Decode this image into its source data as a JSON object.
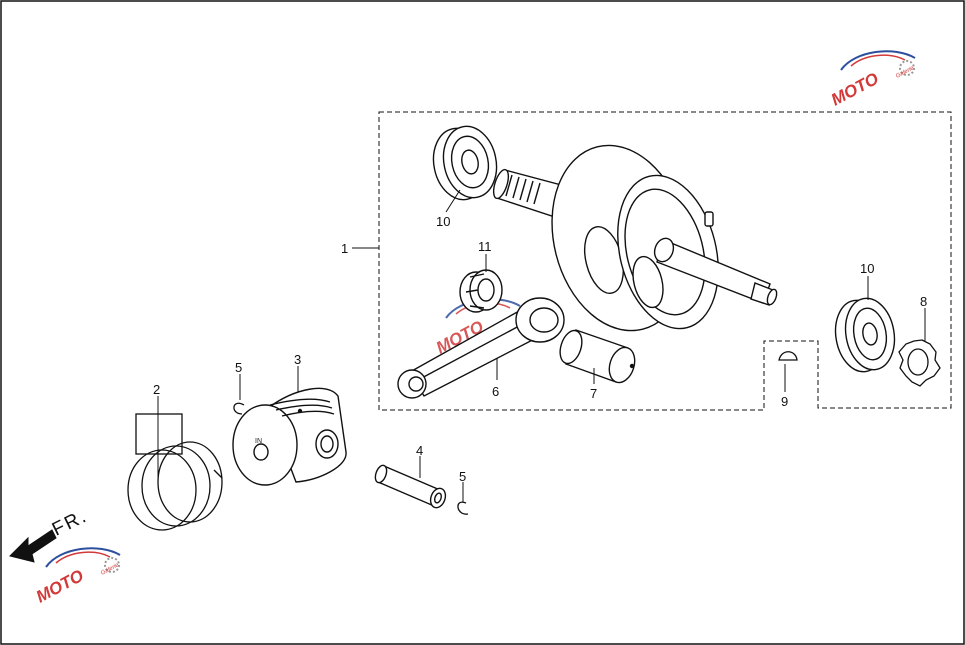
{
  "diagram": {
    "callouts": [
      {
        "id": "1",
        "text": "1"
      },
      {
        "id": "2",
        "text": "2"
      },
      {
        "id": "3",
        "text": "3"
      },
      {
        "id": "4",
        "text": "4"
      },
      {
        "id": "5a",
        "text": "5"
      },
      {
        "id": "5b",
        "text": "5"
      },
      {
        "id": "6",
        "text": "6"
      },
      {
        "id": "7",
        "text": "7"
      },
      {
        "id": "8",
        "text": "8"
      },
      {
        "id": "9",
        "text": "9"
      },
      {
        "id": "10a",
        "text": "10"
      },
      {
        "id": "10b",
        "text": "10"
      },
      {
        "id": "11",
        "text": "11"
      }
    ],
    "direction_label": "FR.",
    "piston_mark": "IN"
  },
  "watermark": {
    "main": "MOTO",
    "sub": "Galerie"
  },
  "colors": {
    "line": "#111111",
    "logo_blue": "#2d4f9e",
    "logo_red": "#d23a3a"
  }
}
